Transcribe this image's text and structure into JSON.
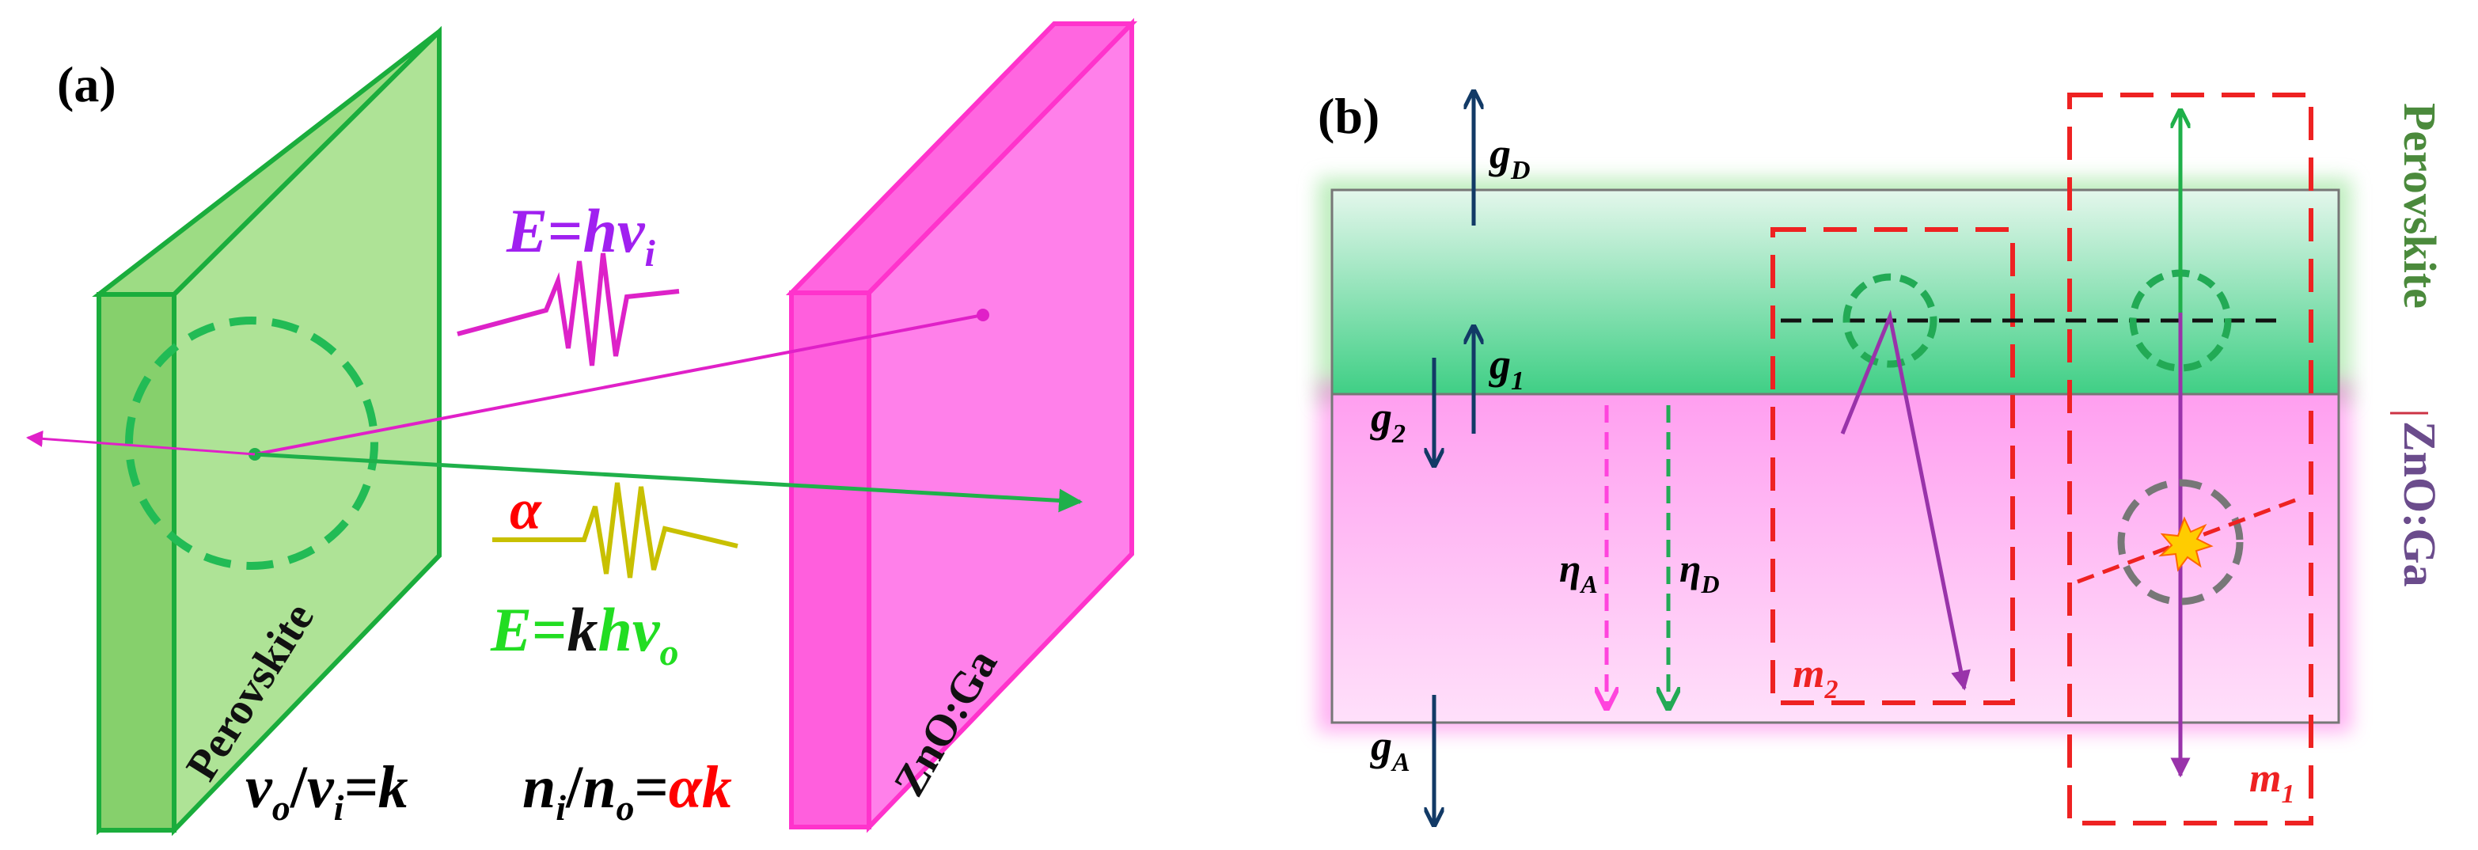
{
  "panel_a": {
    "label": "(a)",
    "plate_left_label": "Perovskite",
    "plate_right_label": "ZnO:Ga",
    "incident": {
      "lhs": "E",
      "eq": "=",
      "h": "h",
      "v": "v",
      "sub": "i"
    },
    "alpha": "α",
    "emitted": {
      "lhs": "E",
      "eq": "=",
      "k": "k",
      "h": "h",
      "v": "v",
      "sub": "o"
    },
    "ratio1": {
      "a": "v",
      "a_sub": "o",
      "slash": "/",
      "b": "v",
      "b_sub": "i",
      "rhs": "=k"
    },
    "ratio2": {
      "a": "n",
      "a_sub": "i",
      "slash": "/",
      "b": "n",
      "b_sub": "o",
      "eq": "=",
      "rhs": "αk"
    },
    "colors": {
      "perovskite": "#9ddc84",
      "perovskite_edge": "#1aad3c",
      "zno": "#ff73e6",
      "zno_edge": "#ff33cc",
      "photon_in": "#e020c8",
      "photon_out": "#1fb04a",
      "alpha": "#c8c000",
      "alpha_text": "#ff0000",
      "incident_text": "#a020f0",
      "emit_text": "#22dd22"
    }
  },
  "panel_b": {
    "label": "(b)",
    "side_top": "Perovskite",
    "side_bottom": "ZnO:Ga",
    "g_D": {
      "g": "g",
      "sub": "D"
    },
    "g_1": {
      "g": "g",
      "sub": "1"
    },
    "g_2": {
      "g": "g",
      "sub": "2"
    },
    "g_A": {
      "g": "g",
      "sub": "A"
    },
    "eta_A": {
      "sym": "η",
      "sub": "A"
    },
    "eta_D": {
      "sym": "η",
      "sub": "D"
    },
    "m_2": {
      "m": "m",
      "sub": "2"
    },
    "m_1": {
      "m": "m",
      "sub": "1"
    },
    "colors": {
      "perovskite_layer": "#5fd79a",
      "zno_layer": "#ffb3f5",
      "box": "#ee2222",
      "arrow_dark": "#123a66",
      "eta_A": "#ff44dd",
      "eta_D": "#22aa55",
      "purple": "#9933aa",
      "side_top": "#4b8a3c",
      "side_bottom": "#6b4c8c"
    }
  }
}
